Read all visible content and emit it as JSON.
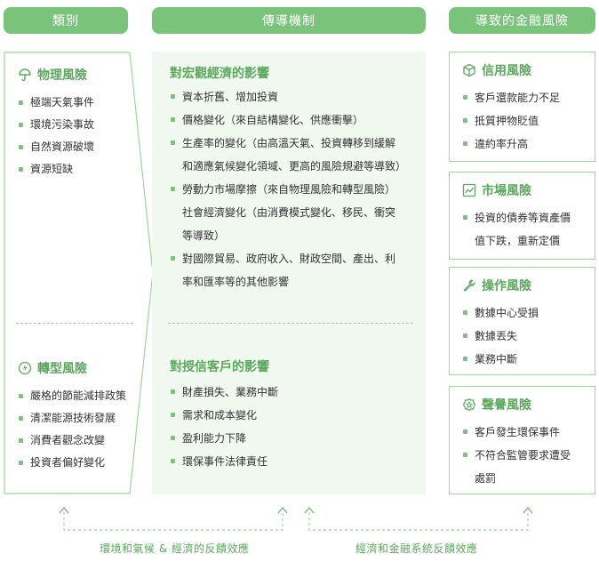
{
  "headers": {
    "category": "類別",
    "mechanism": "傳導機制",
    "financial_risk": "導致的金融風險"
  },
  "physical_risk": {
    "title": "物理風險",
    "icon": "umbrella-icon",
    "items": [
      "極端天氣事件",
      "環境污染事故",
      "自然資源破壞",
      "資源短缺"
    ]
  },
  "transition_risk": {
    "title": "轉型風險",
    "icon": "bolt-icon",
    "items": [
      "嚴格的節能減排政策",
      "清潔能源技術發展",
      "消費者觀念改變",
      "投資者偏好變化"
    ]
  },
  "macro_impact": {
    "title": "對宏觀經濟的影響",
    "items": [
      [
        "資本折舊、增加投資"
      ],
      [
        "價格變化（來自結構變化、供應衝擊）"
      ],
      [
        "生產率的變化（由高溫天氣、投資轉移到緩解",
        "和適應氣候變化領域、更高的風險規避等導致）"
      ],
      [
        "勞動力市場摩擦（來自物理風險和轉型風險）",
        "社會經濟變化（由消費模式變化、移民、衝突",
        "等導致）"
      ],
      [
        "對國際貿易、政府收入、財政空間、產出、利",
        "率和匯率等的其他影響"
      ]
    ]
  },
  "client_impact": {
    "title": "對授信客戶的影響",
    "items": [
      "財產損失、業務中斷",
      "需求和成本變化",
      "盈利能力下降",
      "環保事件法律責任"
    ]
  },
  "credit_risk": {
    "title": "信用風險",
    "icon": "cube-icon",
    "items": [
      "客戶還款能力不足",
      "抵質押物貶值",
      "違約率升高"
    ]
  },
  "market_risk": {
    "title": "市場風險",
    "icon": "chart-icon",
    "items": [
      [
        "投資的債券等資產價",
        "值下跌，重新定價"
      ]
    ]
  },
  "operational_risk": {
    "title": "操作風險",
    "icon": "wrench-icon",
    "items": [
      "數據中心受損",
      "數據丟失",
      "業務中斷"
    ]
  },
  "reputation_risk": {
    "title": "聲譽風險",
    "icon": "badge-icon",
    "items": [
      "客戶發生環保事件",
      [
        "不符合監管要求遭受",
        "處罰"
      ]
    ]
  },
  "feedback": {
    "env_econ": "環境和氣候 & 經濟的反饋效應",
    "econ_fin": "經濟和金融系統反饋效應"
  },
  "colors": {
    "accent": "#79c47a",
    "accent_text": "#5aa85b",
    "panel_bg": "#f1f8f0",
    "border": "#9fd49f"
  }
}
